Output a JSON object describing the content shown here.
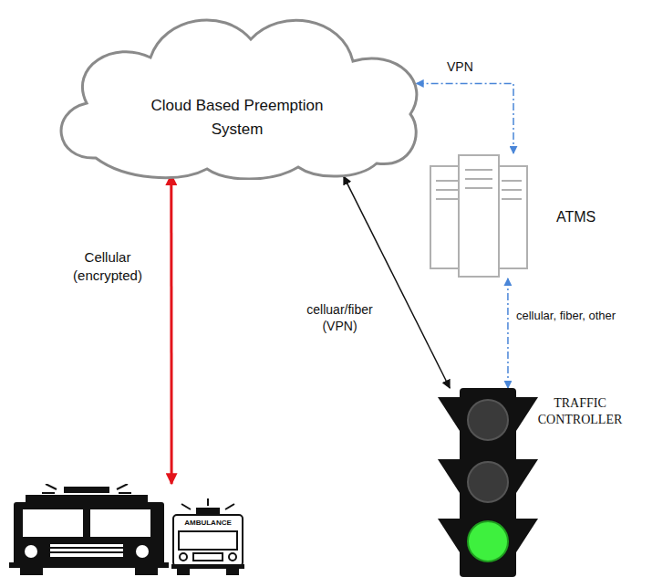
{
  "diagram": {
    "nodes": [
      {
        "text": [
          "Cloud Based Preemption System"
        ]
      },
      {
        "text": [
          "ATMS"
        ]
      },
      {
        "text": [
          "TRAFFIC CONTROLLER"
        ]
      },
      {
        "text": [
          "AMBULANCE"
        ]
      }
    ],
    "edges": [
      {
        "from": 0,
        "to": 3,
        "arrow": "both",
        "label": "Cellular (encrypted)"
      },
      {
        "from": 0,
        "to": 2,
        "arrow": "both",
        "label": "celluar/fiber (VPN)"
      },
      {
        "from": 0,
        "to": 1,
        "arrow": "both",
        "label": "VPN"
      },
      {
        "from": 1,
        "to": 2,
        "arrow": "both",
        "label": "cellular, fiber, other"
      }
    ]
  }
}
